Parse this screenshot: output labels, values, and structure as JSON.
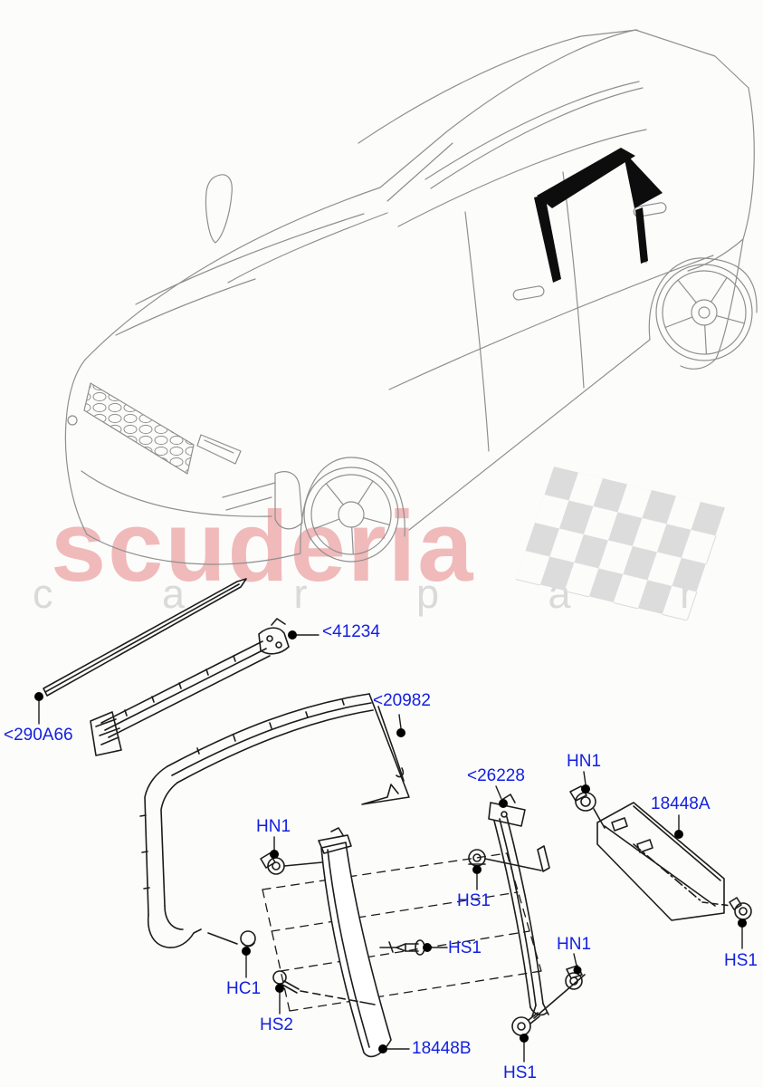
{
  "watermark": {
    "brand": "scuderia",
    "sub": "c a r   p a r t s",
    "brand_color": "#f0baba",
    "sub_color": "#dadada"
  },
  "diagram": {
    "description": "Range Rover Evoque rear door window frame and finishers exploded parts diagram",
    "label_color": "#1420e0",
    "labels": [
      {
        "id": "part-290A66",
        "text": "<290A66"
      },
      {
        "id": "part-41234",
        "text": "<41234"
      },
      {
        "id": "part-20982",
        "text": "<20982"
      },
      {
        "id": "part-26228",
        "text": "<26228"
      },
      {
        "id": "hn1-top",
        "text": "HN1"
      },
      {
        "id": "part-18448A",
        "text": "18448A"
      },
      {
        "id": "hn1-left",
        "text": "HN1"
      },
      {
        "id": "hs1-channel",
        "text": "HS1"
      },
      {
        "id": "hs1-pillar",
        "text": "HS1"
      },
      {
        "id": "hc1",
        "text": "HC1"
      },
      {
        "id": "hs2",
        "text": "HS2"
      },
      {
        "id": "part-18448B",
        "text": "18448B"
      },
      {
        "id": "hn1-bottom",
        "text": "HN1"
      },
      {
        "id": "hs1-bottom",
        "text": "HS1"
      },
      {
        "id": "hs1-right",
        "text": "HS1"
      }
    ]
  }
}
